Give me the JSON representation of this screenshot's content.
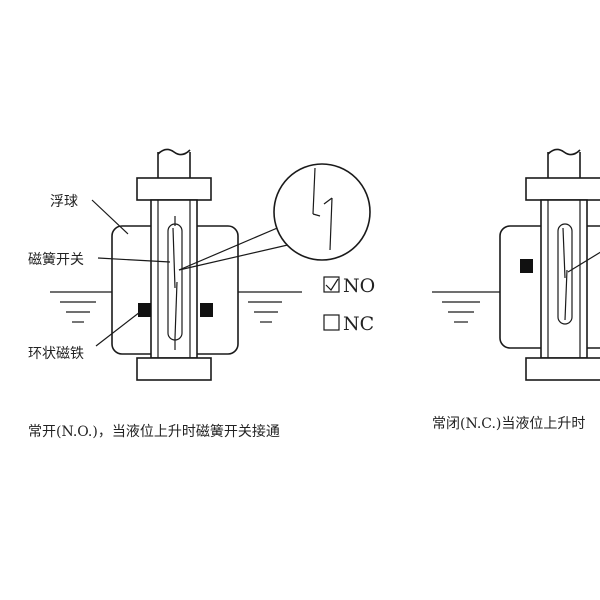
{
  "labels": {
    "float": "浮球",
    "reed_switch": "磁簧开关",
    "ring_magnet": "环状磁铁"
  },
  "options": {
    "no_label": "NO",
    "nc_label": "NC",
    "no_checked": true,
    "nc_checked": false
  },
  "captions": {
    "normally_open": "常开(N.O.)，当液位上升时磁簧开关接通",
    "normally_closed": "常闭(N.C.)当液位上升时"
  },
  "colors": {
    "stroke": "#1a1a1a",
    "magnet": "#111111",
    "text": "#222222"
  }
}
